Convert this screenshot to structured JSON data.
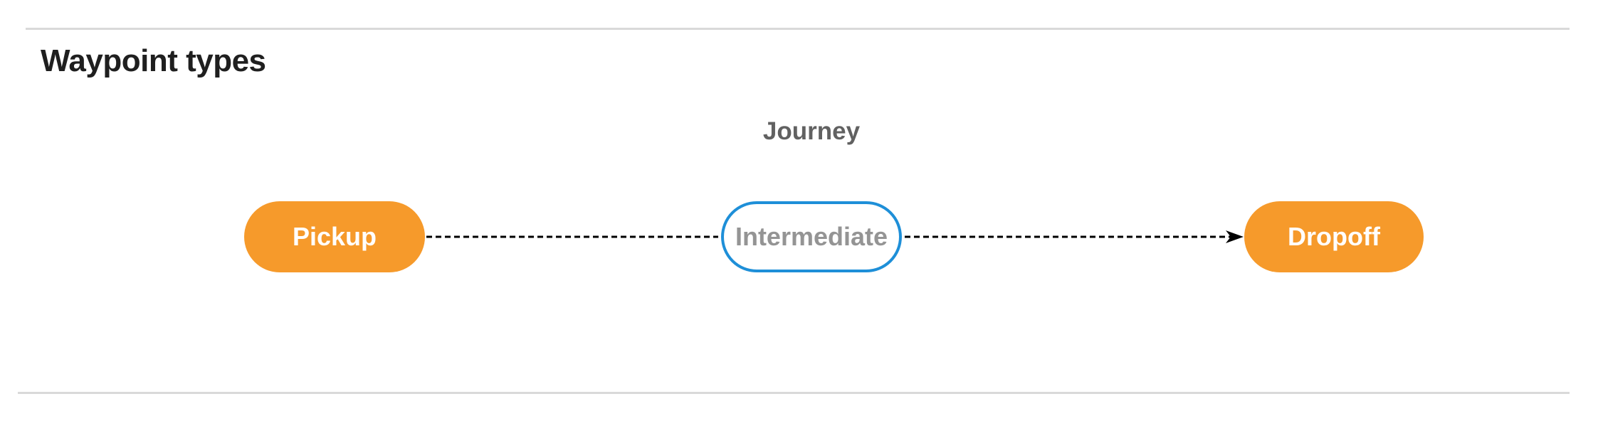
{
  "panel": {
    "title": "Waypoint types"
  },
  "diagram": {
    "group_label": "Journey",
    "nodes": [
      {
        "id": "pickup",
        "label": "Pickup",
        "shape": "pill",
        "fill": "#F69A2B",
        "text_color": "#FFFFFF"
      },
      {
        "id": "intermediate",
        "label": "Intermediate",
        "shape": "pill",
        "fill": "#FFFFFF",
        "border_color": "#1E8FD8",
        "text_color": "#949494"
      },
      {
        "id": "dropoff",
        "label": "Dropoff",
        "shape": "pill",
        "fill": "#F69A2B",
        "text_color": "#FFFFFF"
      }
    ],
    "edges": [
      {
        "from": "Pickup",
        "to": "Intermediate",
        "style": "dashed",
        "arrowhead": false
      },
      {
        "from": "Intermediate",
        "to": "Dropoff",
        "style": "dashed",
        "arrowhead": true
      }
    ],
    "connector_color": "#000000"
  },
  "colors": {
    "accent_orange": "#F69A2B",
    "accent_blue": "#1E8FD8",
    "divider_gray": "#D9D9D9",
    "title_text": "#1F1F1F",
    "group_label_text": "#616161",
    "intermediate_text": "#949494",
    "background": "#FFFFFF"
  }
}
